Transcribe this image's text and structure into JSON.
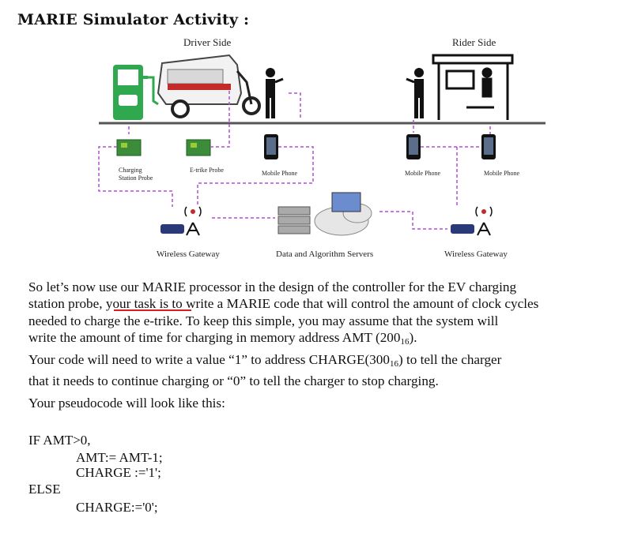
{
  "document": {
    "title": "MARIE Simulator Activity :"
  },
  "diagram": {
    "driver_side": "Driver Side",
    "rider_side": "Rider Side",
    "charging_probe": [
      "Charging",
      "Station Probe"
    ],
    "etrike_probe": "E-trike Probe",
    "mobile_phone_1": "Mobile Phone",
    "mobile_phone_2": "Mobile Phone",
    "mobile_phone_3": "Mobile Phone",
    "wireless_gateway_left": "Wireless Gateway",
    "servers": "Data and Algorithm Servers",
    "wireless_gateway_right": "Wireless Gateway"
  },
  "text": {
    "line1": "So let’s now use our MARIE processor in the design of the controller for the EV charging",
    "line2_a": "station probe",
    "line2_b": ", your task is",
    "line2_c": " to write a MARIE code that will control the amount of clock cycles",
    "line3": "needed to charge the e-trike. To keep this simple, you  may assume that the system will",
    "line4_a": "write the amount of time for charging in memory address  AMT (200",
    "line4_sub": "16",
    "line4_b": ").",
    "line5_a": "Your code will need to write a value “1” to address CHARGE(300",
    "line5_sub": "16",
    "line5_b": ") to tell the charger",
    "line6": "that it needs to continue charging or “0” to tell the charger to stop charging.",
    "pseudo_intro": "Your pseudocode will look like this:"
  },
  "code": {
    "if_line": "IF AMT>0,",
    "amt_line": "AMT:= AMT-1;",
    "charge1_line": "CHARGE :='1';",
    "else_line": "ELSE",
    "charge0_line": "CHARGE:='0';"
  },
  "colors": {
    "green": "#2fa84f",
    "purple_dashed": "#b04fd6",
    "underline_red": "#d42020"
  }
}
